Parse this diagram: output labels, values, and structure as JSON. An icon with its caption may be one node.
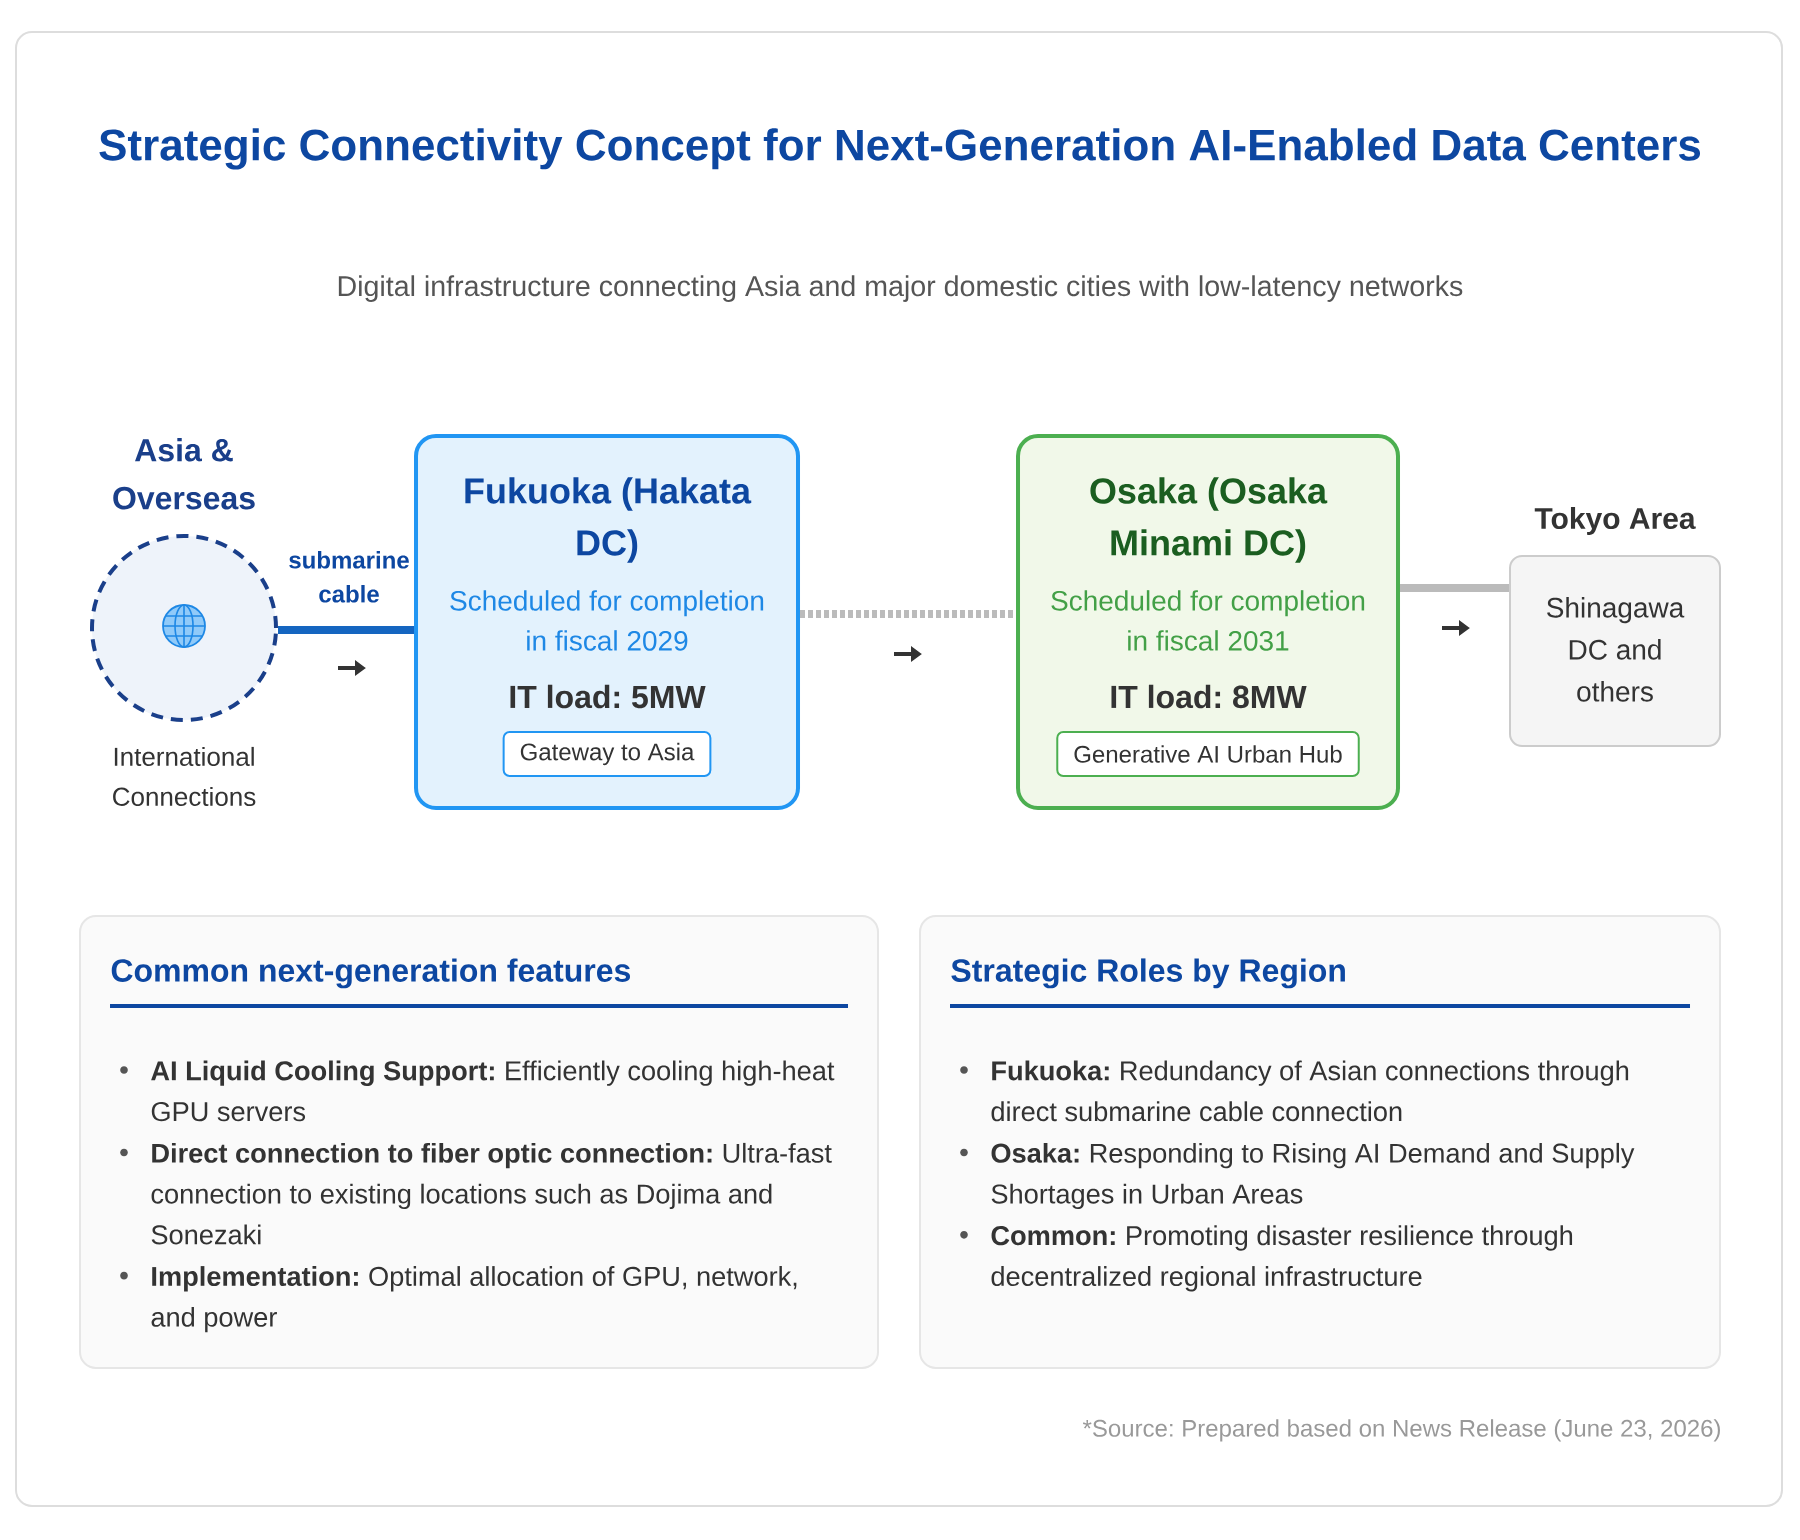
{
  "diagram": {
    "title": "Strategic Connectivity Concept for Next-Generation AI-Enabled Data Centers",
    "nodes": [
      {
        "text": [
          "Asia & Overseas"
        ],
        "beside": [
          "International Connections"
        ]
      },
      {
        "text": [
          "Fukuoka (Hakata DC)",
          "Scheduled for completion in fiscal 2029",
          "IT load: 5MW"
        ]
      },
      {
        "text": [
          "Gateway to Asia"
        ],
        "in": 1
      },
      {
        "text": [
          "Osaka (Osaka Minami DC)",
          "Scheduled for completion in fiscal 2031",
          "IT load: 8MW"
        ]
      },
      {
        "text": [
          "Generative AI Urban Hub"
        ],
        "in": 3
      },
      {
        "text": [
          "Tokyo Area",
          "Shinagawa DC and others"
        ]
      },
      {
        "text": [
          "Common next-generation features",
          "**AI Liquid Cooling Support:** Efficiently cooling high-heat GPU servers",
          "**Direct connection to fiber optic connection:** Ultra-fast connection to existing locations such as Dojima and Sonezaki",
          "**Implementation:** Optimal allocation of GPU, network, and power"
        ]
      },
      {
        "text": [
          "Strategic Roles by Region",
          "**Fukuoka:** Redundancy of Asian connections through direct submarine cable connection",
          "**Osaka:** Responding to Rising AI Demand and Supply Shortages in Urban Areas",
          "**Common:** Promoting disaster resilience through decentralized regional infrastructure"
        ]
      }
    ],
    "edges": [
      {
        "from": 0,
        "to": 1,
        "arrow": "none",
        "label": "submarine cable",
        "color": "#1565c0"
      },
      {
        "from": 1,
        "to": 3,
        "arrow": "none",
        "style": "dashed"
      },
      {
        "from": 3,
        "to": 5,
        "arrow": "none"
      }
    ],
    "labels": [
      "Digital infrastructure connecting Asia and major domestic cities with low-latency networks",
      "*Source: Prepared based on News Release (June 23, 2026)"
    ]
  }
}
